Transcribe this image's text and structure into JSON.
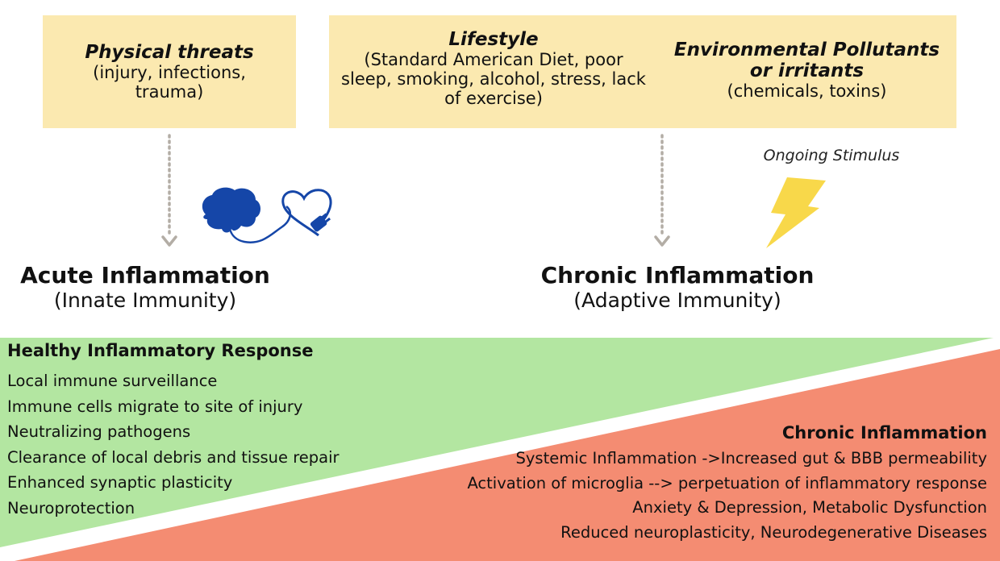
{
  "triggers": {
    "physical": {
      "title": "Physical threats",
      "description": "(injury, infections, trauma)"
    },
    "lifestyle": {
      "title": "Lifestyle",
      "description": "(Standard American Diet, poor sleep, smoking, alcohol, stress, lack of exercise)"
    },
    "environmental": {
      "title": "Environmental Pollutants or irritants",
      "description": "(chemicals, toxins)"
    }
  },
  "ongoing_stimulus_label": "Ongoing Stimulus",
  "acute": {
    "title": "Acute Inflammation",
    "subtitle": "(Innate Immunity)"
  },
  "chronic": {
    "title": "Chronic Inflammation",
    "subtitle": "(Adaptive Immunity)"
  },
  "healthy_response": {
    "title": "Healthy Inflammatory Response",
    "items": [
      "Local immune surveillance",
      "Immune cells migrate to site of injury",
      "Neutralizing pathogens",
      "Clearance of local debris and tissue repair",
      "Enhanced synaptic plasticity",
      "Neuroprotection"
    ]
  },
  "chronic_inflammation": {
    "title": "Chronic Inflammation",
    "items": [
      "Systemic Inflammation ->Increased gut & BBB permeability",
      "Activation of microglia --> perpetuation of inflammatory response",
      "Anxiety & Depression, Metabolic Dysfunction",
      "Reduced neuroplasticity, Neurodegenerative Diseases"
    ]
  },
  "colors": {
    "trigger_box": "#fbe9b0",
    "healthy_green": "#b3e6a1",
    "chronic_red": "#f48c72",
    "arrow_gray": "#b3ada5",
    "icon_blue": "#1546a8",
    "bolt_yellow": "#f8d84a"
  },
  "icons": [
    "brain-heart-icon",
    "lightning-bolt-icon",
    "arrow-down-icon"
  ]
}
